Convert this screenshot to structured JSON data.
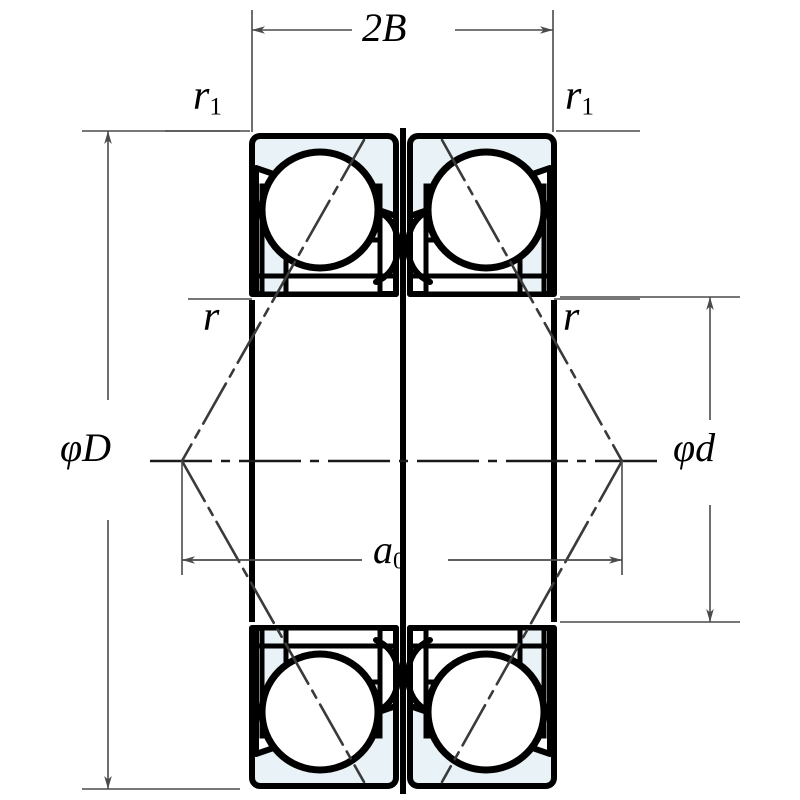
{
  "drawing": {
    "title": "Angular contact ball bearing pair (back-to-back DB arrangement) cross-section",
    "type": "engineering-cross-section",
    "line_color": "#000000",
    "fill_color": "#e8f2f7",
    "dim_line_color": "#4a4a4a",
    "centerline_color": "#1a1a1a",
    "background": "#ffffff"
  },
  "dimensions": {
    "width_overall": {
      "symbol": "2B",
      "label": "2B",
      "placement": "top",
      "description": "total width of bearing pair"
    },
    "outer_diameter": {
      "symbol": "phi-D",
      "label": "φD",
      "placement": "left",
      "description": "outside diameter"
    },
    "bore_diameter": {
      "symbol": "phi-d",
      "label": "φd",
      "placement": "right",
      "description": "bore diameter"
    },
    "load_center_distance": {
      "symbol": "a0",
      "label": "a",
      "subscript": "0",
      "placement": "center",
      "description": "distance between effective load centers"
    },
    "chamfer_outer_left": {
      "symbol": "r1",
      "label": "r",
      "subscript": "1",
      "placement": "top-left"
    },
    "chamfer_outer_right": {
      "symbol": "r1",
      "label": "r",
      "subscript": "1",
      "placement": "top-right"
    },
    "chamfer_inner_left": {
      "symbol": "r",
      "label": "r",
      "placement": "middle-left"
    },
    "chamfer_inner_right": {
      "symbol": "r",
      "label": "r",
      "placement": "middle-right"
    }
  },
  "labels": {
    "width": "2B",
    "outer_dia": "φD",
    "bore_dia": "φd",
    "load_center": "a",
    "load_center_sub": "0",
    "r_base": "r",
    "r_sub": "1"
  }
}
